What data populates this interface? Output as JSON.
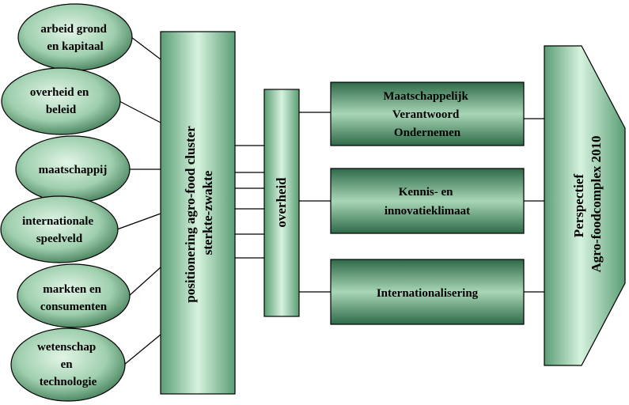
{
  "factors": [
    {
      "lines": [
        "arbeid grond",
        "en kapitaal"
      ]
    },
    {
      "lines": [
        "overheid en",
        "beleid"
      ]
    },
    {
      "lines": [
        "maatschappij"
      ]
    },
    {
      "lines": [
        "internationale",
        "speelveld"
      ]
    },
    {
      "lines": [
        "markten en",
        "consumenten"
      ]
    },
    {
      "lines": [
        "wetenschap",
        "en",
        "technologie"
      ]
    }
  ],
  "cluster": {
    "lines": [
      "positionering agro-food cluster",
      "sterkte-zwakte"
    ]
  },
  "government": {
    "label": "overheid"
  },
  "themes": [
    {
      "lines": [
        "Maatschappelijk",
        "Verantwoord",
        "Ondernemen"
      ]
    },
    {
      "lines": [
        "Kennis- en",
        "innovatieklimaat"
      ]
    },
    {
      "lines": [
        "Internationalisering"
      ]
    }
  ],
  "perspective": {
    "lines": [
      "Perspectief",
      "Agro-foodcomplex 2010"
    ]
  },
  "colors": {
    "ellipse_light": "#d8f0de",
    "ellipse_dark": "#3f7a55",
    "bar_light": "#c9ecd4",
    "bar_dark": "#5a9e74",
    "box_light": "#a8d6b6",
    "box_dark": "#2e6a48",
    "stroke": "#000000"
  }
}
